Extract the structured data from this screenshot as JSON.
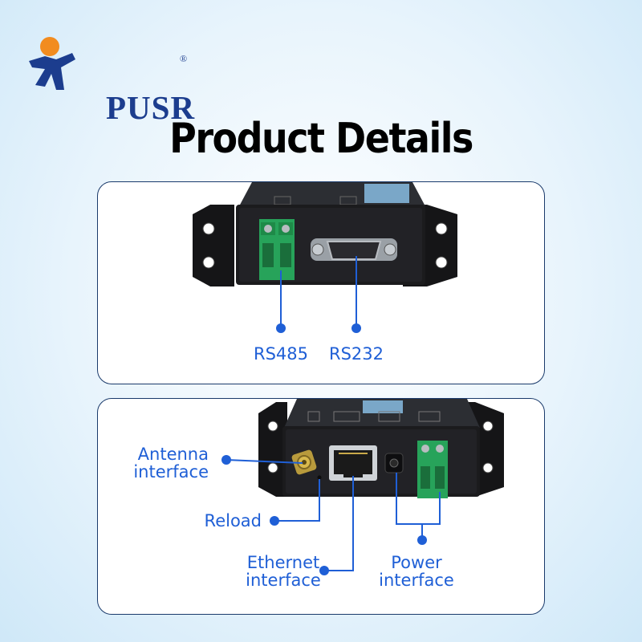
{
  "brand": {
    "name": "PUSR",
    "registered": "®"
  },
  "heading": "Product Details",
  "top_panel": {
    "labels": {
      "rs485": "RS485",
      "rs232": "RS232"
    }
  },
  "bottom_panel": {
    "labels": {
      "antenna_line1": "Antenna",
      "antenna_line2": "interface",
      "reload": "Reload",
      "ethernet_line1": "Ethernet",
      "ethernet_line2": "interface",
      "power_line1": "Power",
      "power_line2": "interface"
    }
  },
  "colors": {
    "accent_blue": "#1f5fd6",
    "brand_navy": "#1c3d8e",
    "logo_orange": "#f28c1f",
    "device_black": "#1b1b1d",
    "terminal_green": "#27a35a"
  }
}
